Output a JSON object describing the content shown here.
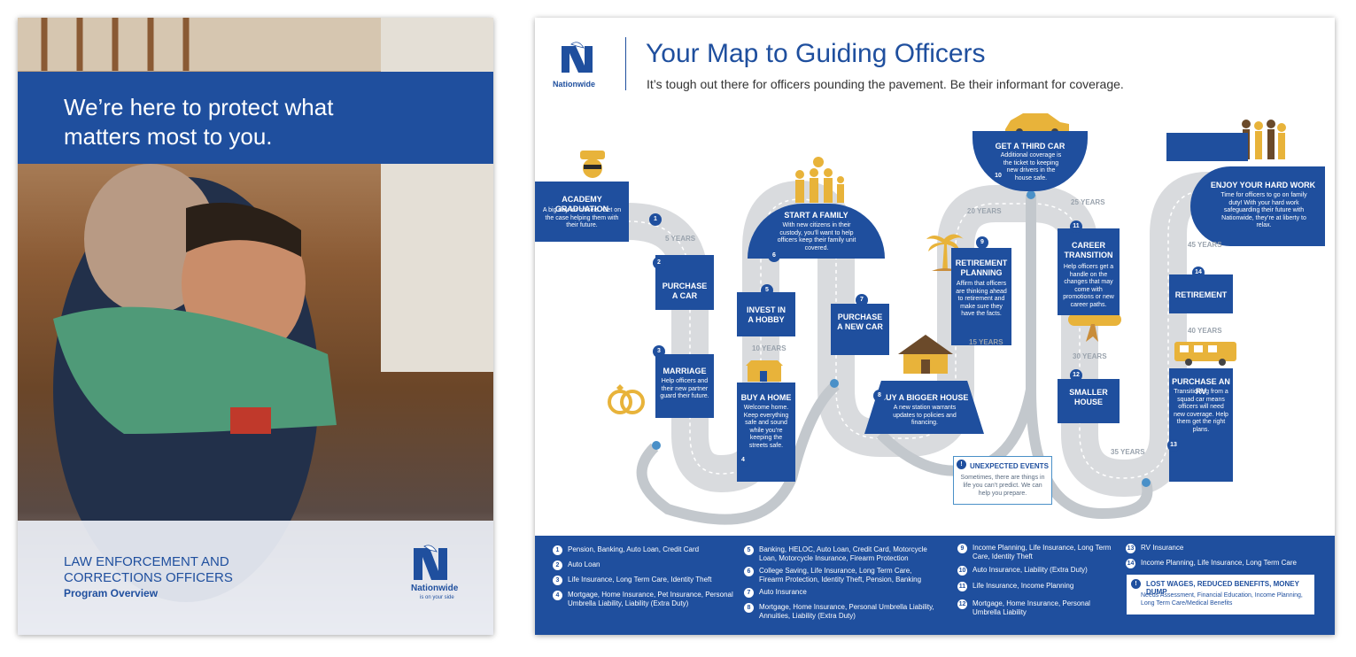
{
  "cover": {
    "headline_line1": "We’re here to protect what",
    "headline_line2": "matters most to you.",
    "footer_line1": "LAW ENFORCEMENT AND",
    "footer_line2": "CORRECTIONS OFFICERS",
    "footer_line3": "Program Overview",
    "brand": "Nationwide",
    "tagline": "is on your side"
  },
  "map": {
    "brand": "Nationwide",
    "title": "Your Map to Guiding Officers",
    "subtitle": "It’s tough out there for officers pounding the pavement. Be their informant for coverage.",
    "steps": [
      {
        "num": "1",
        "title": "ACADEMY GRADUATION",
        "desc": "A big day for officers. Get on the case helping them with their future."
      },
      {
        "num": "2",
        "title": "PURCHASE A CAR",
        "desc": ""
      },
      {
        "num": "3",
        "title": "MARRIAGE",
        "desc": "Help officers and their new partner guard their future."
      },
      {
        "num": "4",
        "title": "BUY A HOME",
        "desc": "Welcome home. Keep everything safe and sound while you’re keeping the streets safe."
      },
      {
        "num": "5",
        "title": "INVEST IN A HOBBY",
        "desc": ""
      },
      {
        "num": "6",
        "title": "START A FAMILY",
        "desc": "With new citizens in their custody, you’ll want to help officers keep their family unit covered."
      },
      {
        "num": "7",
        "title": "PURCHASE A NEW CAR",
        "desc": ""
      },
      {
        "num": "8",
        "title": "BUY A BIGGER HOUSE",
        "desc": "A new station warrants updates to policies and financing."
      },
      {
        "num": "9",
        "title": "RETIREMENT PLANNING",
        "desc": "Affirm that officers are thinking ahead to retirement and make sure they have the facts."
      },
      {
        "num": "10",
        "title": "GET A THIRD CAR",
        "desc": "Additional coverage is the ticket to keeping new drivers in the house safe."
      },
      {
        "num": "11",
        "title": "CAREER TRANSITION",
        "desc": "Help officers get a handle on the changes that may come with promotions or new career paths."
      },
      {
        "num": "12",
        "title": "SMALLER HOUSE",
        "desc": ""
      },
      {
        "num": "13",
        "title": "PURCHASE AN RV",
        "desc": "Transitioning from a squad car means officers will need new coverage. Help them get the right plans."
      },
      {
        "num": "14",
        "title": "RETIREMENT",
        "desc": ""
      },
      {
        "num": "",
        "title": "ENJOY YOUR HARD WORK",
        "desc": "Time for officers to go on family duty! With your hard work safeguarding their future with Nationwide, they’re at liberty to relax."
      }
    ],
    "years": [
      "5 YEARS",
      "10 YEARS",
      "15 YEARS",
      "20 YEARS",
      "25 YEARS",
      "30 YEARS",
      "35 YEARS",
      "40 YEARS",
      "45 YEARS"
    ],
    "unexpected": {
      "title": "UNEXPECTED EVENTS",
      "desc": "Sometimes, there are things in life you can’t predict. We can help you prepare."
    },
    "legend": [
      {
        "num": "1",
        "text": "Pension, Banking, Auto Loan, Credit Card"
      },
      {
        "num": "2",
        "text": "Auto Loan"
      },
      {
        "num": "3",
        "text": "Life Insurance, Long Term Care, Identity Theft"
      },
      {
        "num": "4",
        "text": "Mortgage, Home Insurance, Pet Insurance, Personal Umbrella Liability, Liability (Extra Duty)"
      },
      {
        "num": "5",
        "text": "Banking, HELOC, Auto Loan, Credit Card, Motorcycle Loan, Motorcycle Insurance, Firearm Protection"
      },
      {
        "num": "6",
        "text": "College Saving, Life Insurance, Long Term Care, Firearm Protection, Identity Theft, Pension, Banking"
      },
      {
        "num": "7",
        "text": "Auto Insurance"
      },
      {
        "num": "8",
        "text": "Mortgage, Home Insurance, Personal Umbrella Liability, Annuities, Liability (Extra Duty)"
      },
      {
        "num": "9",
        "text": "Income Planning, Life Insurance, Long Term Care, Identity Theft"
      },
      {
        "num": "10",
        "text": "Auto Insurance, Liability (Extra Duty)"
      },
      {
        "num": "11",
        "text": "Life Insurance, Income Planning"
      },
      {
        "num": "12",
        "text": "Mortgage, Home Insurance, Personal Umbrella Liability"
      },
      {
        "num": "13",
        "text": "RV Insurance"
      },
      {
        "num": "14",
        "text": "Income Planning, Life Insurance, Long Term Care"
      }
    ],
    "lost": {
      "title": "LOST WAGES, REDUCED BENEFITS, MONEY DUMP",
      "desc": "Needs Assessment, Financial Education, Income Planning, Long Term Care/Medical Benefits"
    }
  },
  "colors": {
    "brand_blue": "#1f4f9e",
    "road_gray": "#d9dbde",
    "road_edge": "#9aa3ad",
    "gold": "#e8b33a",
    "accent_light": "#4a90c8"
  }
}
